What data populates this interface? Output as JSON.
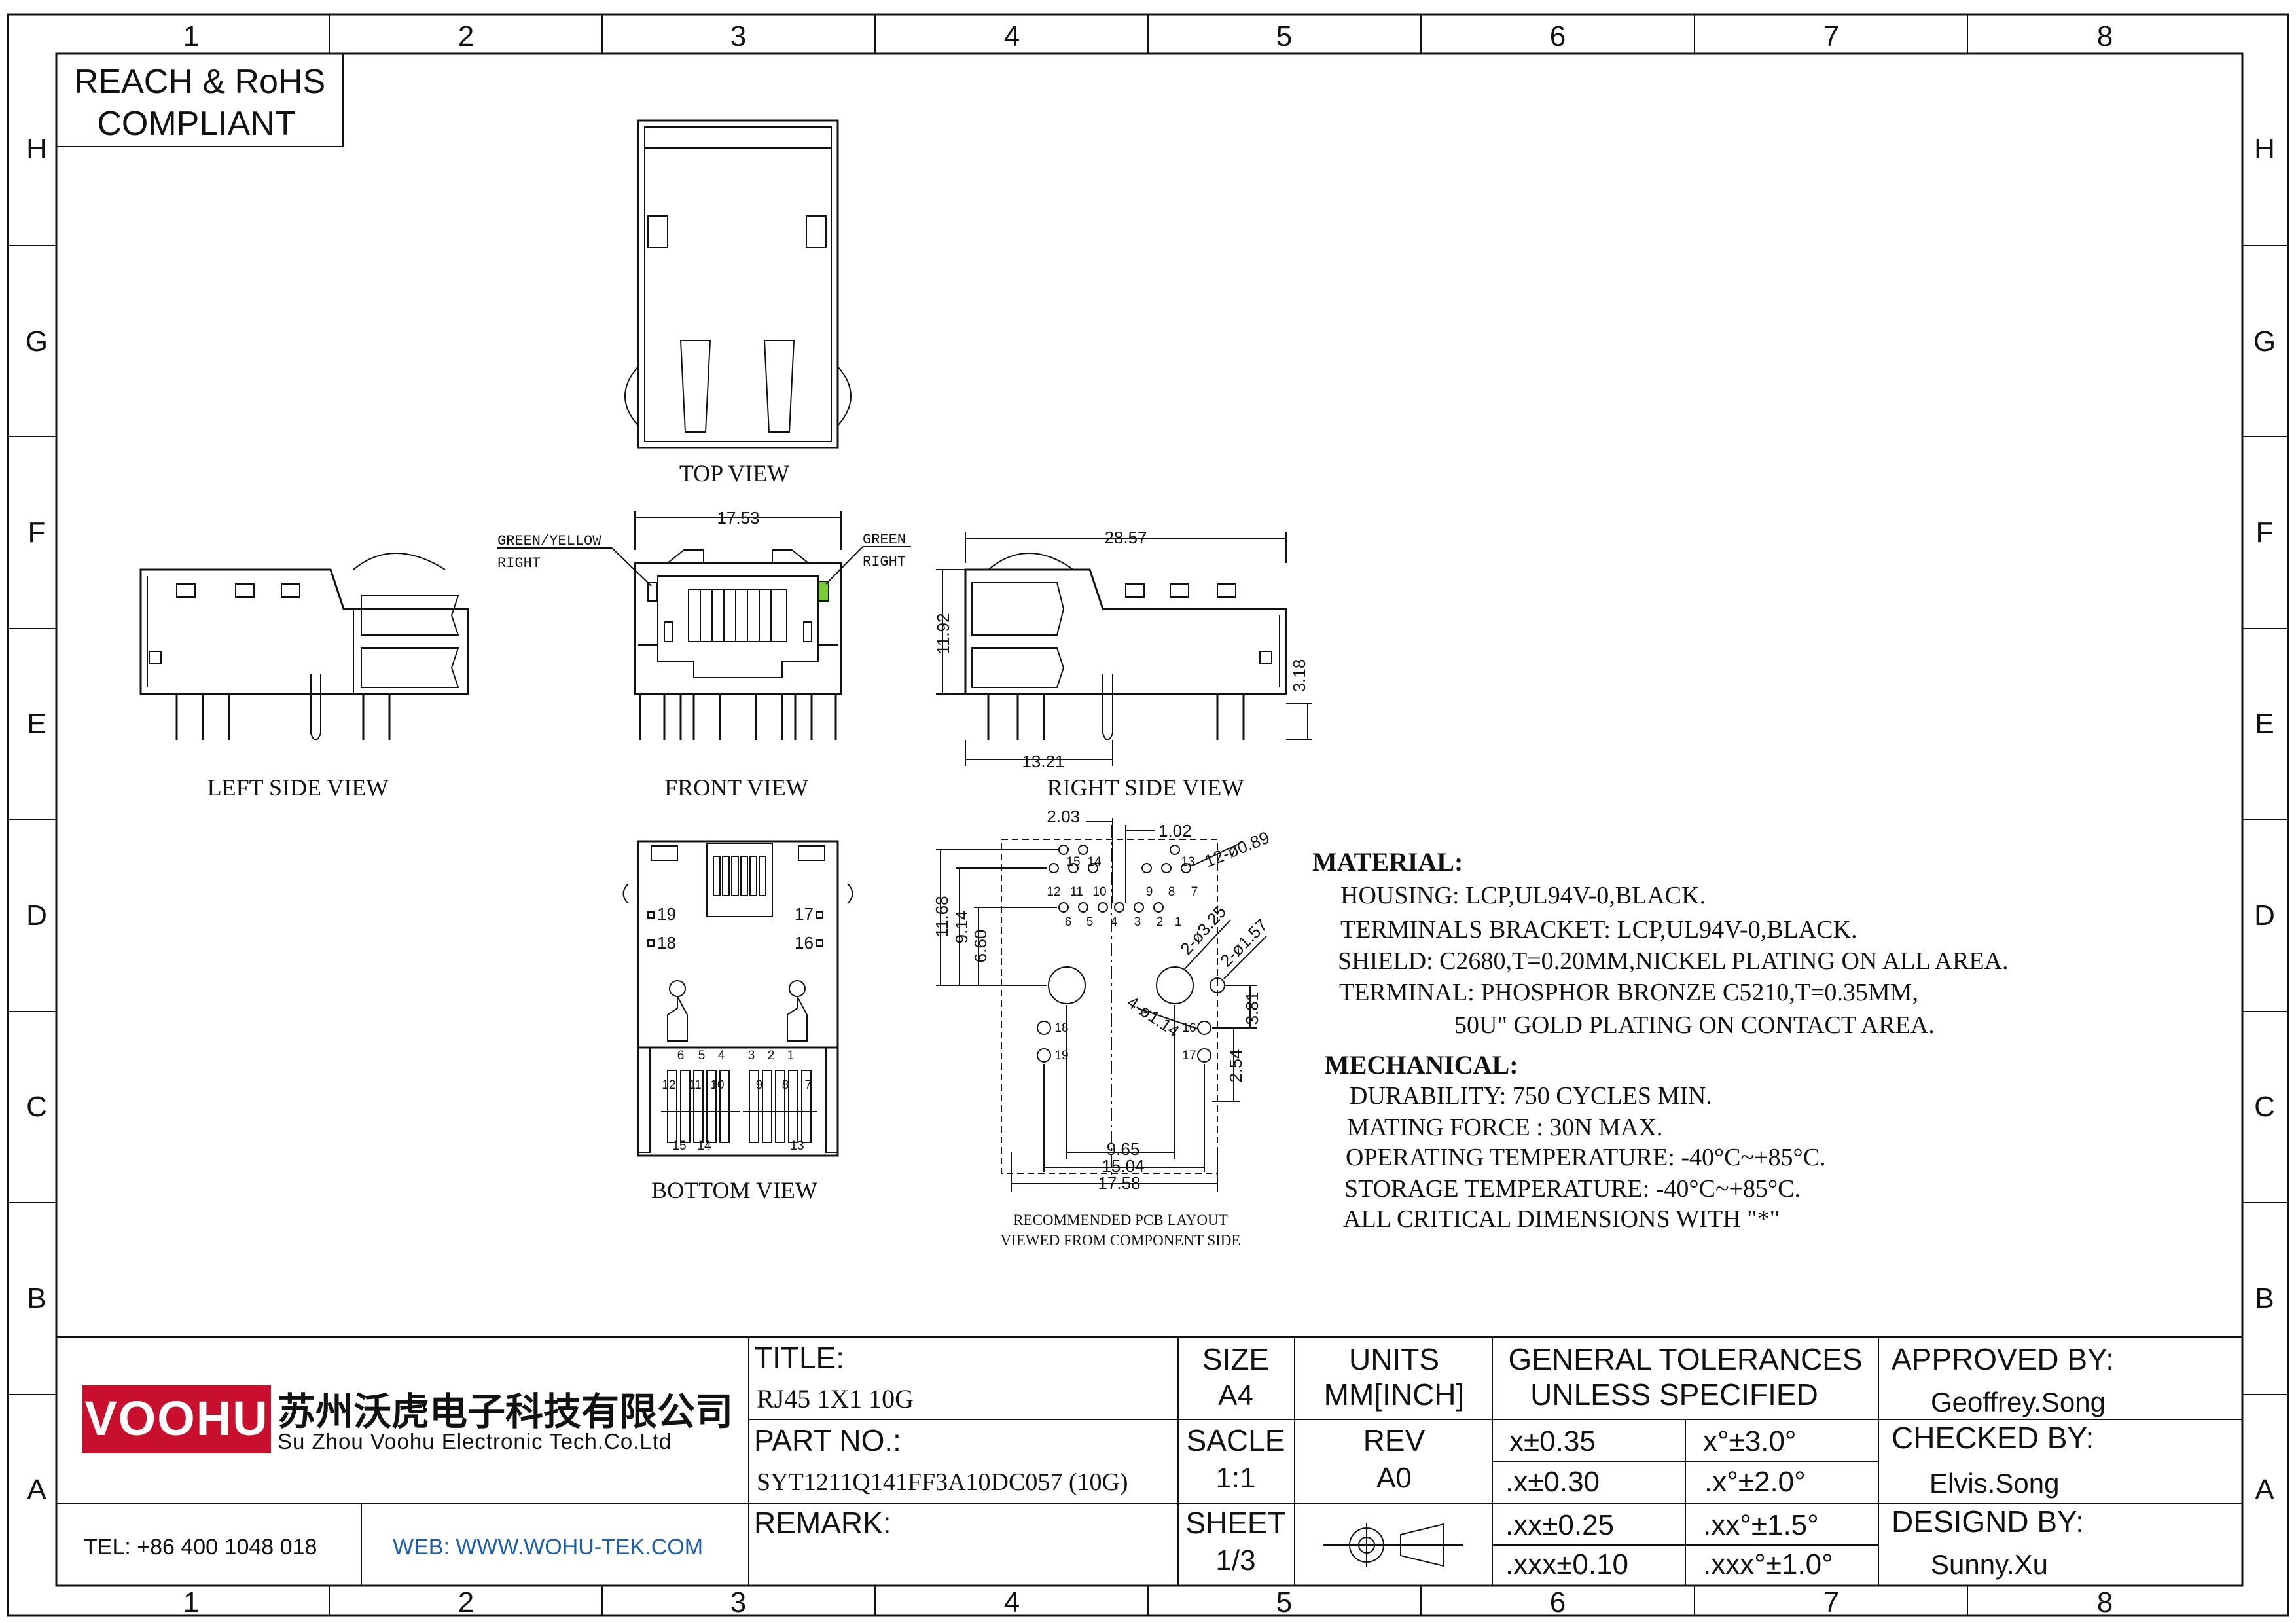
{
  "zones": {
    "columns": [
      "1",
      "2",
      "3",
      "4",
      "5",
      "6",
      "7",
      "8"
    ],
    "rows": [
      "H",
      "G",
      "F",
      "E",
      "D",
      "C",
      "B",
      "A"
    ]
  },
  "compliance": {
    "line1": "REACH & RoHS",
    "line2": "COMPLIANT"
  },
  "views": {
    "top": "TOP VIEW",
    "left_side": "LEFT SIDE VIEW",
    "front": "FRONT VIEW",
    "right_side": "RIGHT SIDE VIEW",
    "bottom": "BOTTOM VIEW"
  },
  "led_labels": {
    "left_line1": "GREEN/YELLOW",
    "left_line2": "RIGHT",
    "right_line1": "GREEN",
    "right_line2": "RIGHT",
    "right_led_color": "#7ccc3a"
  },
  "dimensions": {
    "front_width": "17.53",
    "side_length": "28.57",
    "side_height": "11.92",
    "side_offset": "3.18",
    "side_pin": "13.21",
    "pcb_a": "2.03",
    "pcb_b": "1.02",
    "pcb_hole_small": "12-ø0.89",
    "pcb_hole_mid": "2-ø3.25",
    "pcb_hole_big": "2-ø1.57",
    "pcb_hole_led": "4-ø1.14",
    "pcb_v1": "11.68",
    "pcb_v2": "9.14",
    "pcb_v3": "6.60",
    "pcb_v4": "3.81",
    "pcb_v5": "2.54",
    "pcb_h1": "9.65",
    "pcb_h2": "15.04",
    "pcb_h3": "17.58"
  },
  "pcb_note": {
    "line1": "RECOMMENDED PCB LAYOUT",
    "line2": "VIEWED FROM COMPONENT SIDE"
  },
  "pcb_pins": {
    "row_top": [
      "15",
      "14",
      "13"
    ],
    "row_mid": [
      "12",
      "11",
      "10",
      "9",
      "8",
      "7"
    ],
    "row_low": [
      "6",
      "5",
      "4",
      "3",
      "2",
      "1"
    ],
    "led_left": [
      "18",
      "19"
    ],
    "led_right": [
      "16",
      "17"
    ]
  },
  "bottom_pins": {
    "led_left": [
      "19",
      "18"
    ],
    "led_right": [
      "17",
      "16"
    ],
    "row_a": [
      "6",
      "5",
      "4",
      "3",
      "2",
      "1"
    ],
    "row_b": [
      "12",
      "11",
      "10",
      "9",
      "8",
      "7"
    ],
    "row_c": [
      "15",
      "14",
      "13"
    ]
  },
  "material": {
    "title": "MATERIAL:",
    "lines": [
      "HOUSING: LCP,UL94V-0,BLACK.",
      "TERMINALS BRACKET:  LCP,UL94V-0,BLACK.",
      "SHIELD: C2680,T=0.20MM,NICKEL  PLATING  ON ALL AREA.",
      "TERMINAL:  PHOSPHOR BRONZE  C5210,T=0.35MM,",
      "50U\" GOLD PLATING ON CONTACT AREA."
    ]
  },
  "mechanical": {
    "title": "MECHANICAL:",
    "lines": [
      "DURABILITY: 750 CYCLES MIN.",
      "MATING FORCE : 30N MAX.",
      "OPERATING TEMPERATURE:  -40°C~+85°C.",
      "STORAGE TEMPERATURE:  -40°C~+85°C.",
      "ALL CRITICAL DIMENSIONS WITH \"*\""
    ]
  },
  "title_block": {
    "logo": "VOOHU",
    "company_cn": "苏州沃虎电子科技有限公司",
    "company_en": "Su Zhou Voohu Electronic Tech.Co.Ltd",
    "tel": "TEL: +86 400 1048 018",
    "web": "WEB: WWW.WOHU-TEK.COM",
    "title_label": "TITLE:",
    "title_value": "RJ45 1X1 10G",
    "part_label": "PART NO.:",
    "part_value": "SYT1211Q141FF3A10DC057 (10G)",
    "remark_label": "REMARK:",
    "size_label": "SIZE",
    "size_value": "A4",
    "scale_label": "SACLE",
    "scale_value": "1:1",
    "sheet_label": "SHEET",
    "sheet_value": "1/3",
    "units_label": "UNITS",
    "units_value": "MM[INCH]",
    "rev_label": "REV",
    "rev_value": "A0",
    "tol_title1": "GENERAL TOLERANCES",
    "tol_title2": "UNLESS SPECIFIED",
    "tolerances": [
      [
        "x±0.35",
        "x°±3.0°"
      ],
      [
        ".x±0.30",
        ".x°±2.0°"
      ],
      [
        ".xx±0.25",
        ".xx°±1.5°"
      ],
      [
        ".xxx±0.10",
        ".xxx°±1.0°"
      ]
    ],
    "approved_label": "APPROVED BY:",
    "approved_value": "Geoffrey.Song",
    "checked_label": "CHECKED BY:",
    "checked_value": "Elvis.Song",
    "designed_label": "DESIGND BY:",
    "designed_value": "Sunny.Xu"
  },
  "colors": {
    "logo_red": "#c8102e",
    "web_blue": "#1f5fa8",
    "line": "#111111"
  }
}
